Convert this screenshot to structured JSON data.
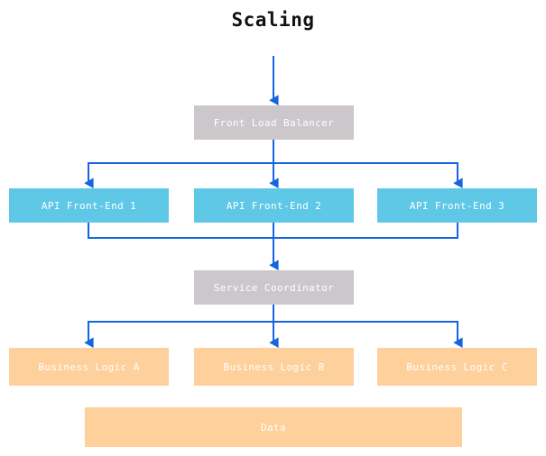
{
  "diagram": {
    "title": "Scaling",
    "type": "flow-architecture",
    "colors": {
      "background": "#ffffff",
      "title_text": "#111111",
      "gray_node": "#cbc7cb",
      "cyan_node": "#5fc8e6",
      "orange_node": "#fdd09c",
      "node_text": "#ffffff",
      "edge": "#1565e0"
    },
    "nodes": {
      "front_load_balancer": "Front Load Balancer",
      "api_front_end_1": "API Front-End 1",
      "api_front_end_2": "API Front-End 2",
      "api_front_end_3": "API Front-End 3",
      "service_coordinator": "Service Coordinator",
      "business_logic_a": "Business Logic A",
      "business_logic_b": "Business Logic B",
      "business_logic_c": "Business Logic C",
      "data": "Data"
    },
    "layers": [
      {
        "name": "ingress",
        "nodes": [
          "Front Load Balancer"
        ]
      },
      {
        "name": "api-tier",
        "nodes": [
          "API Front-End 1",
          "API Front-End 2",
          "API Front-End 3"
        ]
      },
      {
        "name": "coordination",
        "nodes": [
          "Service Coordinator"
        ]
      },
      {
        "name": "business-tier",
        "nodes": [
          "Business Logic A",
          "Business Logic B",
          "Business Logic C"
        ]
      },
      {
        "name": "data-tier",
        "nodes": [
          "Data"
        ]
      }
    ],
    "edges": [
      {
        "from": "external",
        "to": "Front Load Balancer"
      },
      {
        "from": "Front Load Balancer",
        "to": "API Front-End 1"
      },
      {
        "from": "Front Load Balancer",
        "to": "API Front-End 2"
      },
      {
        "from": "Front Load Balancer",
        "to": "API Front-End 3"
      },
      {
        "from": "API Front-End 1",
        "to": "Service Coordinator"
      },
      {
        "from": "API Front-End 2",
        "to": "Service Coordinator"
      },
      {
        "from": "API Front-End 3",
        "to": "Service Coordinator"
      },
      {
        "from": "Service Coordinator",
        "to": "Business Logic A"
      },
      {
        "from": "Service Coordinator",
        "to": "Business Logic B"
      },
      {
        "from": "Service Coordinator",
        "to": "Business Logic C"
      }
    ]
  }
}
